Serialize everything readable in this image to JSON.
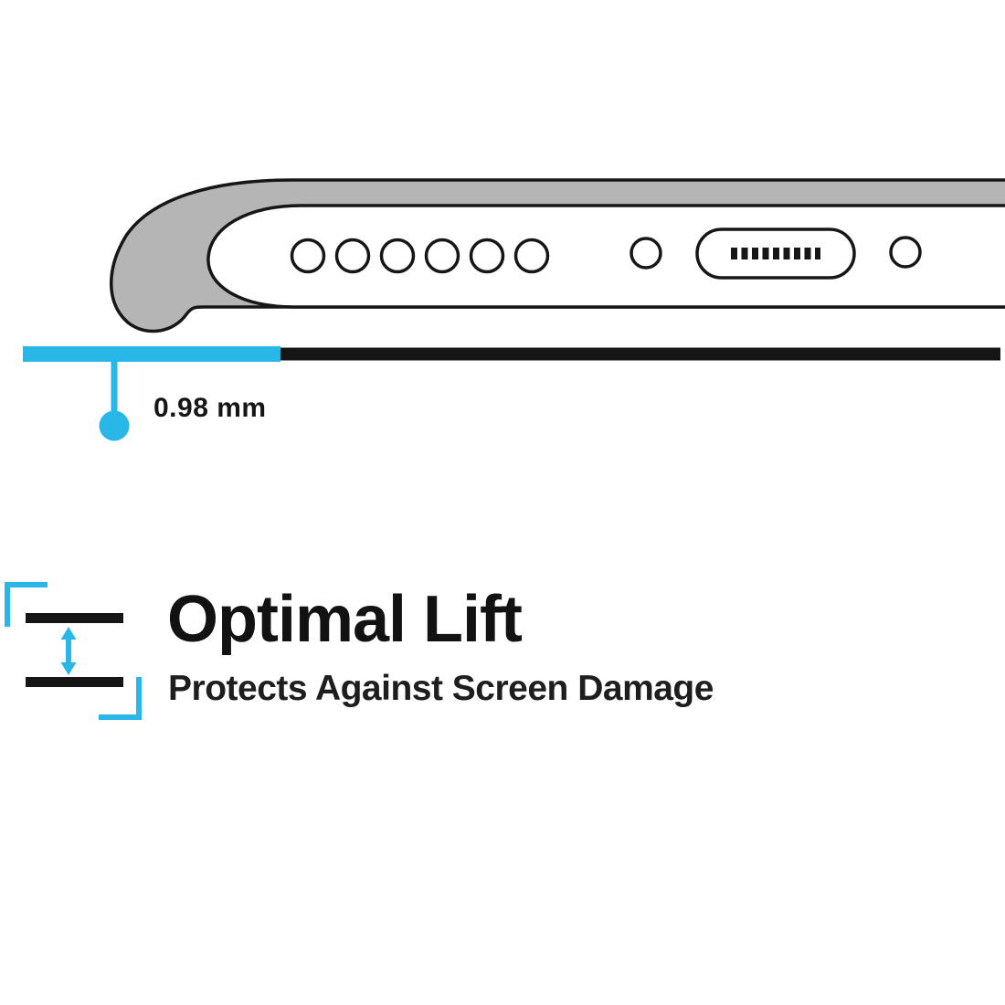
{
  "colors": {
    "accent_cyan": "#29b7e8",
    "ink_black": "#161616",
    "case_gray": "#b5b5b5",
    "background": "#ffffff"
  },
  "measurement": {
    "label": "0.98 mm"
  },
  "feature": {
    "title": "Optimal Lift",
    "subtitle": "Protects Against Screen Damage"
  },
  "illustration": {
    "speaker_holes": 6,
    "icons": [
      "phone-case-bottom-edge",
      "speaker-holes-icon",
      "screw-icon",
      "charging-port-icon",
      "ground-line",
      "lift-measurement-marker",
      "lift-gap-icon"
    ]
  }
}
